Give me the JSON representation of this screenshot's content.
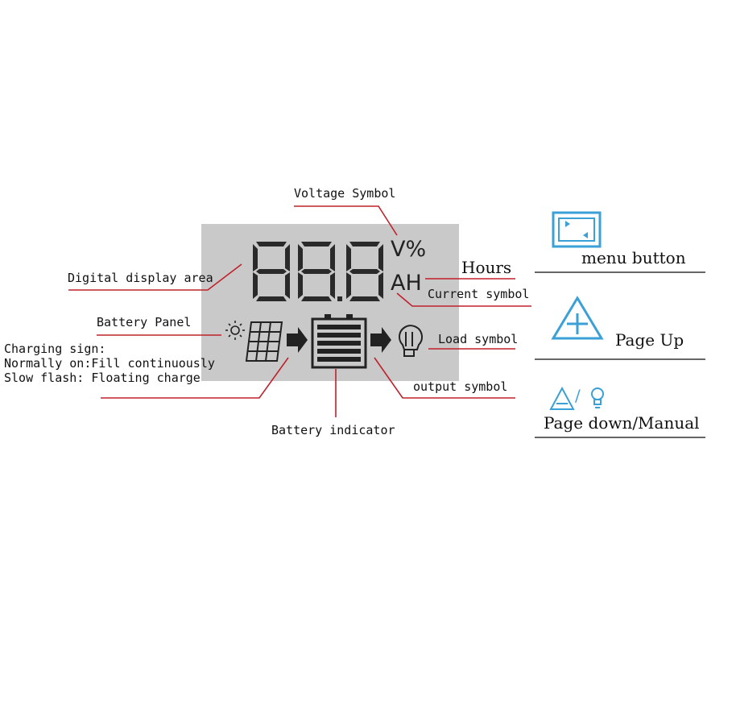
{
  "labels": {
    "voltage_symbol": "Voltage Symbol",
    "digital_display_area": "Digital display area",
    "battery_panel": "Battery Panel",
    "charging_sign_title": "Charging sign:",
    "charging_sign_normal": "Normally on:Fill continuously",
    "charging_sign_slow": "Slow flash: Floating charge",
    "hours": "Hours",
    "current_symbol": "Current symbol",
    "load_symbol": "Load symbol",
    "output_symbol": "output symbol",
    "battery_indicator": "Battery indicator"
  },
  "lcd": {
    "digits": "88.8",
    "unit_top": "V%",
    "unit_bottom": "AH"
  },
  "buttons": {
    "menu": "menu button",
    "page_up": "Page Up",
    "page_down": "Page down/Manual",
    "page_down_separator": "/"
  },
  "colors": {
    "leader_line": "#c0202a",
    "lcd_background": "#c9c9c9",
    "segment": "#2a2a2a",
    "button_icon": "#3aa0d6"
  }
}
